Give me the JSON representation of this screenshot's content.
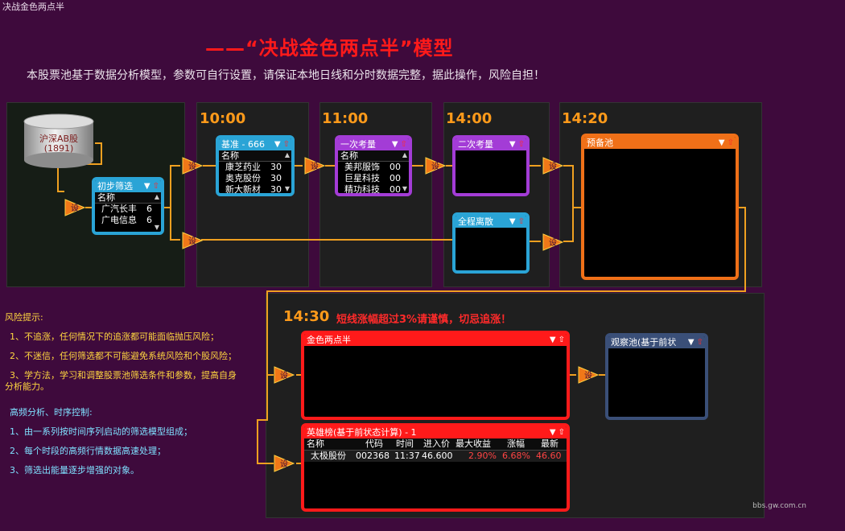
{
  "window": {
    "title": "决战金色两点半"
  },
  "header": {
    "title": "——“决战金色两点半”模型",
    "subtitle": "本股票池基于数据分析模型，参数可自行设置，请保证本地日线和分时数据完整，据此操作，风险自担！"
  },
  "source": {
    "label": "沪深AB股",
    "count": "(1891)"
  },
  "times": [
    "10:00",
    "11:00",
    "14:00",
    "14:20",
    "14:30"
  ],
  "warning": "短线涨幅超过3%请谨慎，切忌追涨！",
  "gear_label": "设",
  "pools": {
    "initial": {
      "title": "初步筛选",
      "header": "名称",
      "rows": [
        {
          "name": "广汽长丰",
          "val": "6"
        },
        {
          "name": "广电信息",
          "val": "6"
        }
      ]
    },
    "base": {
      "title": "基准 - 666",
      "header": "名称",
      "rows": [
        {
          "name": "康芝药业",
          "val": "30"
        },
        {
          "name": "奥克股份",
          "val": "30"
        },
        {
          "name": "新大新材",
          "val": "30"
        }
      ]
    },
    "first_check": {
      "title": "一次考量",
      "header": "名称",
      "rows": [
        {
          "name": "美邦服饰",
          "val": "00"
        },
        {
          "name": "巨星科技",
          "val": "00"
        },
        {
          "name": "精功科技",
          "val": "00"
        }
      ]
    },
    "second_check": {
      "title": "二次考量"
    },
    "full_dispersion": {
      "title": "全程离散"
    },
    "reserve": {
      "title": "预备池"
    },
    "golden": {
      "title": "金色两点半"
    },
    "observe": {
      "title": "观察池(基于前状"
    },
    "hero": {
      "title": "英雄榜(基于前状态计算) - 1",
      "columns": [
        "名称",
        "代码",
        "时间",
        "进入价",
        "最大收益",
        "涨幅",
        "最新"
      ],
      "rows": [
        {
          "name": "太极股份",
          "code": "002368",
          "time": "11:37",
          "entry": "46.600",
          "max_gain": "2.90%",
          "change": "6.68%",
          "latest": "46.60"
        }
      ]
    }
  },
  "risk": {
    "title": "风险提示:",
    "items": [
      "1、不追涨，任何情况下的追涨都可能面临抛压风险；",
      "2、不迷信，任何筛选都不可能避免系统风险和个股风险；",
      "3、学方法，学习和调整股票池筛选条件和参数，提高自身",
      "分析能力。"
    ]
  },
  "hf": {
    "title": "高频分析、时序控制:",
    "items": [
      "1、由一系列按时间序列启动的筛选模型组成；",
      "2、每个时段的高频行情数据高速处理；",
      "3、筛选出能量逐步增强的对象。"
    ]
  },
  "footer": "bbs.gw.com.cn",
  "colors": {
    "cyan": "#2aa4d6",
    "purple": "#a33cd6",
    "orange": "#f07018",
    "red": "#ff1a1a",
    "slate": "#3a4f78",
    "time": "#ff9a1a"
  }
}
